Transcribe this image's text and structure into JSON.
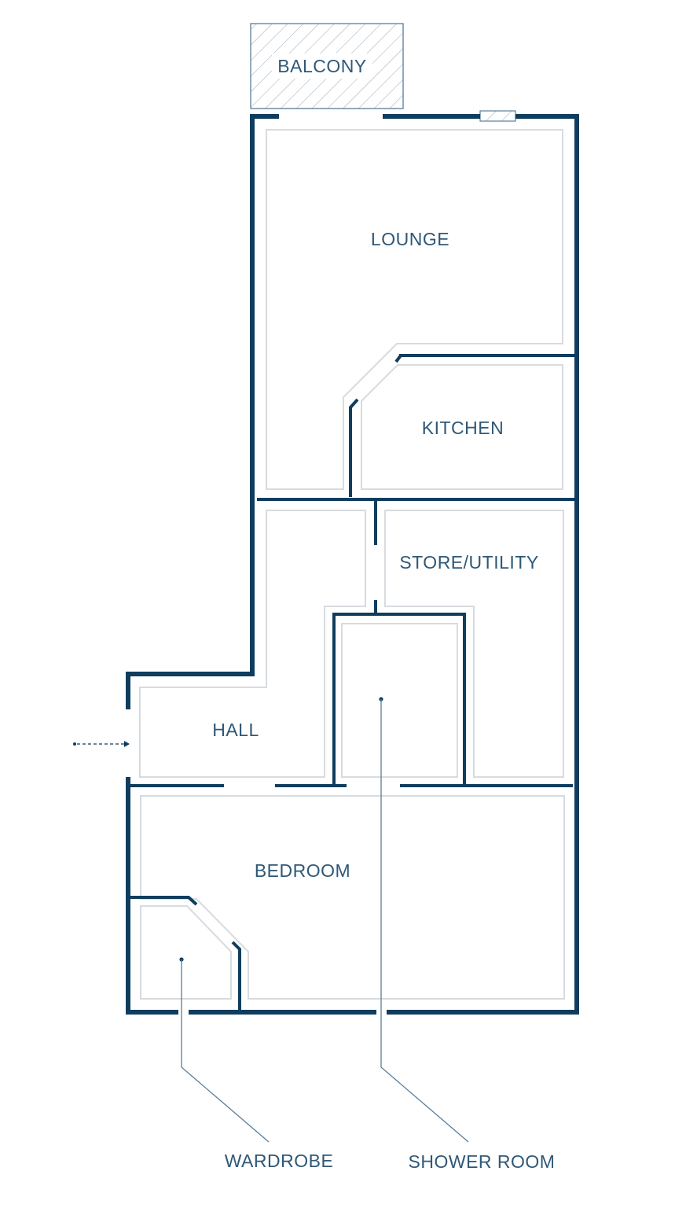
{
  "rooms": {
    "balcony": "BALCONY",
    "lounge": "LOUNGE",
    "kitchen": "KITCHEN",
    "store_utility": "STORE/UTILITY",
    "hall": "HALL",
    "bedroom": "BEDROOM"
  },
  "callouts": {
    "wardrobe": "WARDROBE",
    "shower_room": "SHOWER ROOM"
  },
  "colors": {
    "wall": "#0f3d5e",
    "label": "#2f5877",
    "inner_line": "#d7dbe0"
  },
  "icons": {
    "entrance": "entrance-arrow-icon",
    "window": "window-hatch-icon"
  }
}
